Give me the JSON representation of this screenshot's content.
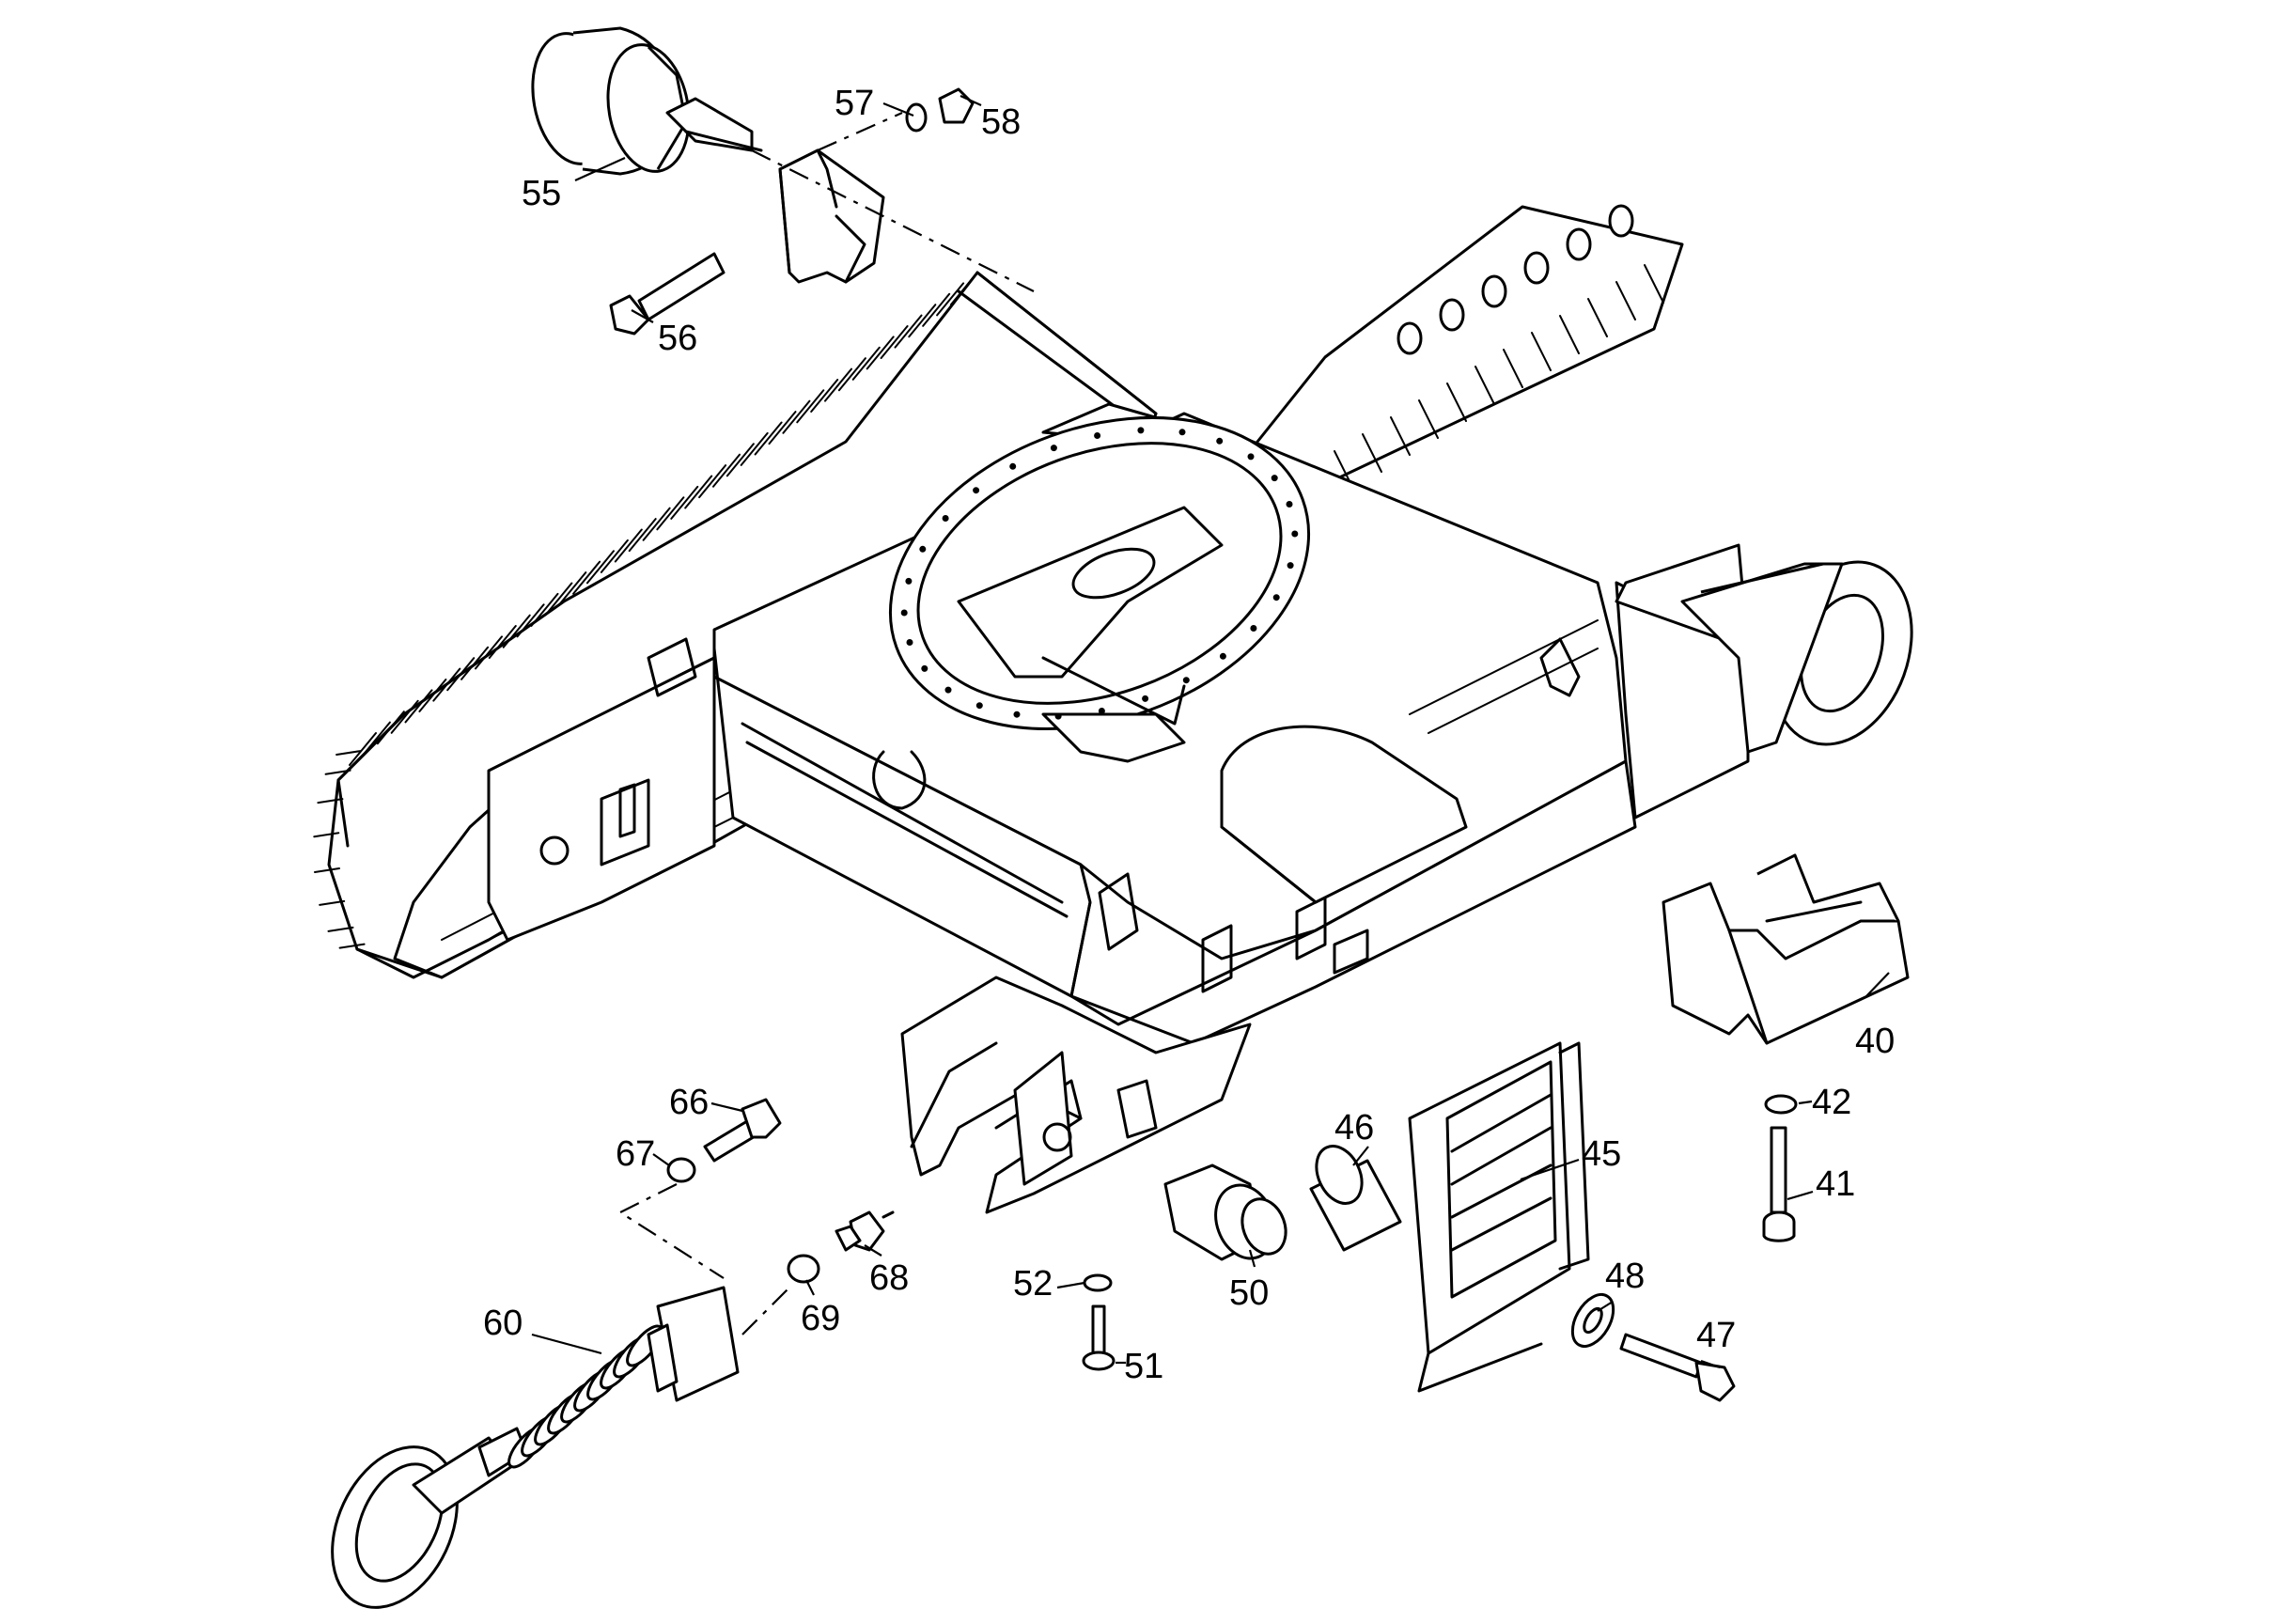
{
  "callouts": [
    {
      "id": "55",
      "label": "55"
    },
    {
      "id": "56",
      "label": "56"
    },
    {
      "id": "57",
      "label": "57"
    },
    {
      "id": "58",
      "label": "58"
    },
    {
      "id": "40",
      "label": "40"
    },
    {
      "id": "41",
      "label": "41"
    },
    {
      "id": "42",
      "label": "42"
    },
    {
      "id": "45",
      "label": "45"
    },
    {
      "id": "46",
      "label": "46"
    },
    {
      "id": "47",
      "label": "47"
    },
    {
      "id": "48",
      "label": "48"
    },
    {
      "id": "50",
      "label": "50"
    },
    {
      "id": "51",
      "label": "51"
    },
    {
      "id": "52",
      "label": "52"
    },
    {
      "id": "60",
      "label": "60"
    },
    {
      "id": "66",
      "label": "66"
    },
    {
      "id": "67",
      "label": "67"
    },
    {
      "id": "68",
      "label": "68"
    },
    {
      "id": "69",
      "label": "69"
    }
  ]
}
